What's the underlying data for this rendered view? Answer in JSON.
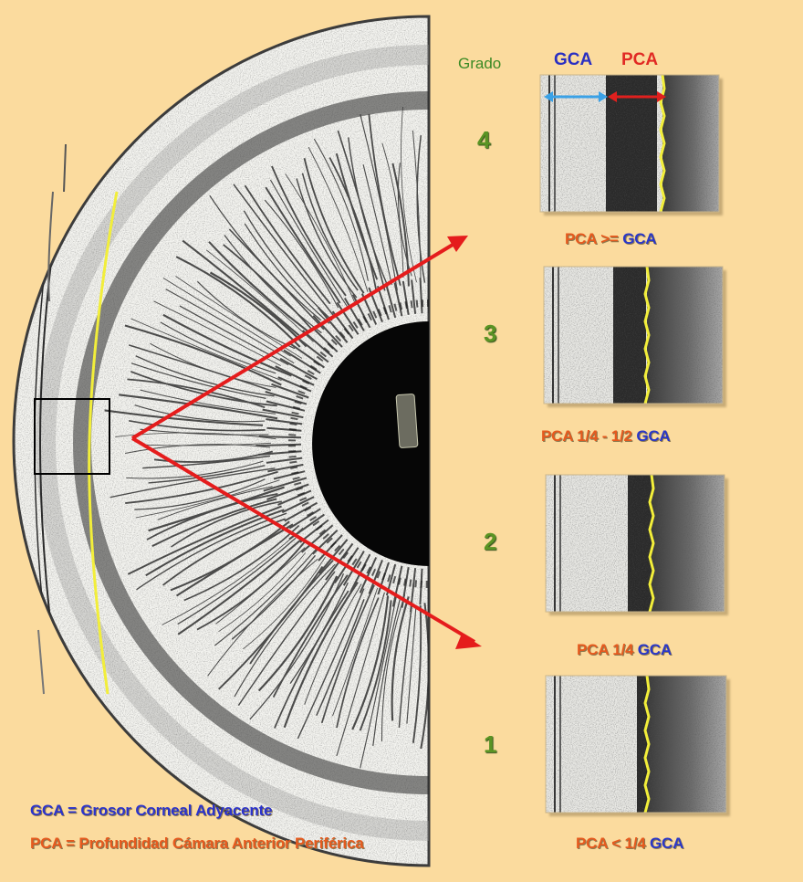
{
  "headers": {
    "grado": "Grado",
    "gca": "GCA",
    "pca": "PCA"
  },
  "grades": [
    {
      "number": "4",
      "caption_pca": "PCA",
      "caption_relation": ">=",
      "caption_gca": "GCA"
    },
    {
      "number": "3",
      "caption_pca": "PCA",
      "caption_relation": "1/4 - 1/2",
      "caption_gca": "GCA"
    },
    {
      "number": "2",
      "caption_pca": "PCA",
      "caption_relation": "1/4",
      "caption_gca": "GCA"
    },
    {
      "number": "1",
      "caption_pca": "PCA",
      "caption_relation": "< 1/4",
      "caption_gca": "GCA"
    }
  ],
  "legend": {
    "gca_line": "GCA = Grosor Corneal Adyacente",
    "pca_line": "PCA = Profundidad Cámara Anterior Periférica"
  },
  "colors": {
    "background": "#fbdb9e",
    "arrow": "#e51c1c",
    "gca_blue": "#2a37c8",
    "pca_red": "#e65a1e",
    "grade_green": "#5a9424",
    "limbus_yellow": "#f2ee3a",
    "gca_arrow_blue": "#3aa1e6"
  }
}
